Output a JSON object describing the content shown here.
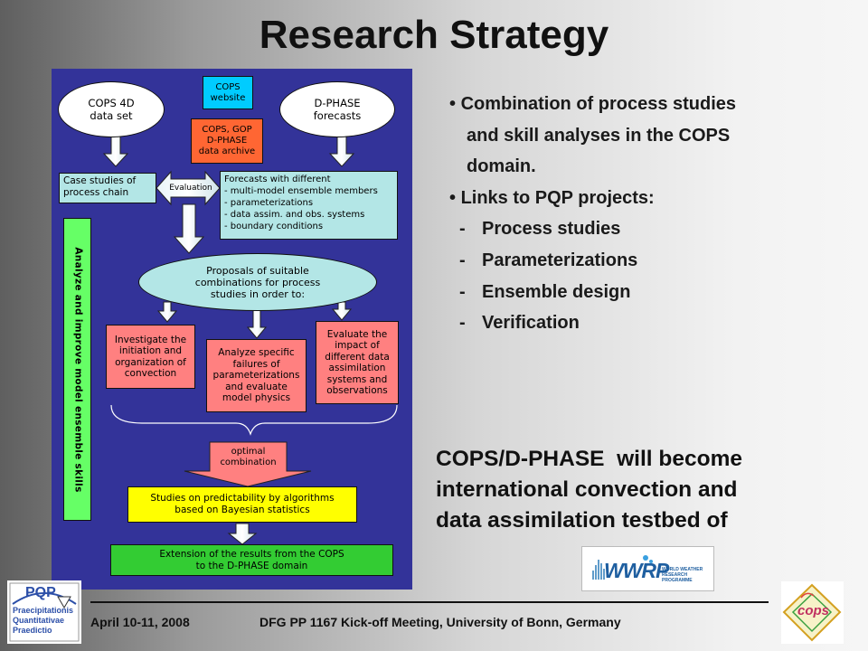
{
  "slide": {
    "title": "Research Strategy",
    "footer_date": "April 10-11, 2008",
    "footer_event": "DFG PP 1167 Kick-off Meeting, University of Bonn, Germany"
  },
  "diagram": {
    "cops4d": "COPS 4D\ndata set",
    "cops_website": "COPS\nwebsite",
    "dphase_forecasts": "D-PHASE\nforecasts",
    "archive": "COPS, GOP\nD-PHASE\ndata archive",
    "case_studies": "Case studies of\nprocess chain",
    "evaluation": "Evaluation",
    "forecasts_diff": "Forecasts with different\n- multi-model ensemble members\n- parameterizations\n- data assim. and obs. systems\n- boundary conditions",
    "side_label": "Analyze and improve model ensemble skills",
    "proposals": "Proposals of suitable\ncombinations for process\nstudies in order to:",
    "investigate": "Investigate the\ninitiation and\norganization of\nconvection",
    "analyze": "Analyze specific\nfailures of\nparameterizations\nand evaluate\nmodel physics",
    "evaluate": "Evaluate the\nimpact of\ndifferent data\nassimilation\nsystems and\nobservations",
    "optimal": "optimal\ncombination",
    "studies": "Studies on predictability by algorithms\nbased on Bayesian statistics",
    "extension": "Extension of the results from the COPS\nto the D-PHASE domain"
  },
  "bullets": {
    "b1_line1": "Combination of process studies",
    "b1_line2": "and skill analyses in the COPS",
    "b1_line3": "domain.",
    "b2": "Links to PQP projects:",
    "subs": [
      "Process studies",
      "Parameterizations",
      "Ensemble design",
      "Verification"
    ]
  },
  "conclusion": {
    "line1": "COPS/D-PHASE  will become",
    "line2": "international convection and",
    "line3": "data assimilation testbed of"
  },
  "logos": {
    "wwrp_text": "WWRP",
    "wwrp_sub": "WORLD WEATHER\nRESEARCH PROGRAMME",
    "pqp_text": "PQP",
    "pqp_sub": "Praecipitationis\nQuantitativae\nPraedictio",
    "cops_text": "cops"
  },
  "colors": {
    "panel": "#333399",
    "light_cyan": "#b3e6e6",
    "orange_red": "#ff6633",
    "salmon": "#ff8080",
    "yellow": "#ffff00",
    "green": "#33cc33",
    "bright_green": "#66ff66",
    "cyan": "#00ccff"
  }
}
